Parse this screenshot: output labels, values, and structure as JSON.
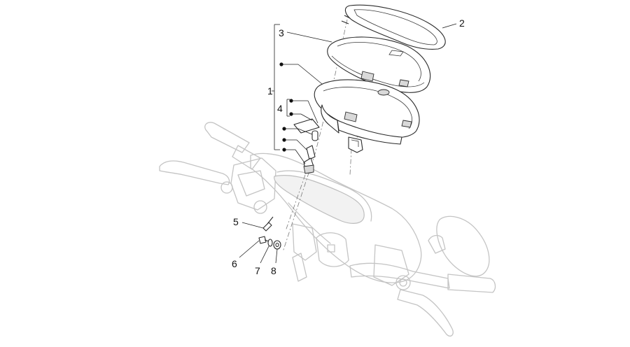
{
  "callouts": {
    "c1": "1",
    "c2": "2",
    "c3": "3",
    "c4": "4",
    "c5": "5",
    "c6": "6",
    "c7": "7",
    "c8": "8"
  },
  "colors": {
    "line": "#2b2b2b",
    "ghost": "#c4c4c4",
    "background": "#ffffff"
  }
}
